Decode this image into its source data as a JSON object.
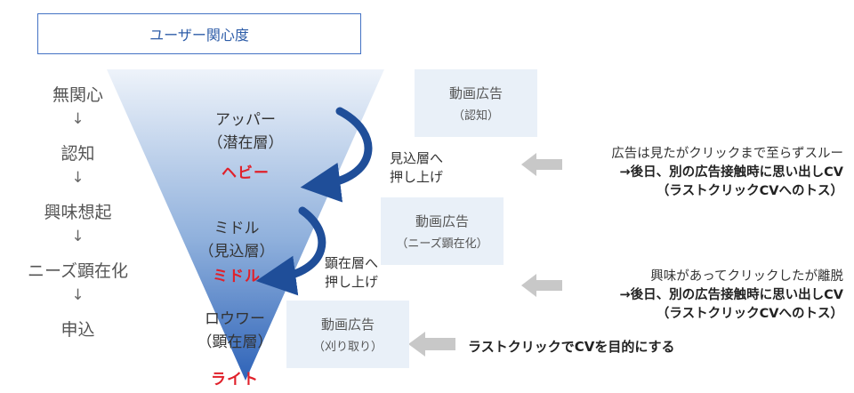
{
  "header": {
    "title": "ユーザー関心度"
  },
  "stages": {
    "s1": "無関心",
    "s2": "認知",
    "s3": "興味想起",
    "s4": "ニーズ顕在化",
    "s5": "申込",
    "arrow": "↓"
  },
  "layers": {
    "upper": {
      "line1": "アッパー",
      "line2": "（潜在層）",
      "tag": "ヘビー"
    },
    "middle": {
      "line1": "ミドル",
      "line2": "（見込層）",
      "tag": "ミドル"
    },
    "lower": {
      "line1": "ロウワー",
      "line2": "（顕在層）",
      "tag": "ライト"
    }
  },
  "ads": {
    "awareness": {
      "title": "動画広告",
      "sub": "（認知）"
    },
    "needs": {
      "title": "動画広告",
      "sub": "（ニーズ顕在化）"
    },
    "harvest": {
      "title": "動画広告",
      "sub": "（刈り取り）"
    }
  },
  "push": {
    "upper": {
      "line1": "見込層へ",
      "line2": "押し上げ"
    },
    "middle": {
      "line1": "顕在層へ",
      "line2": "押し上げ"
    }
  },
  "notes": {
    "n1": {
      "line1": "広告は見たがクリックまで至らずスルー",
      "line2": "→後日、別の広告接触時に思い出しCV",
      "line3": "（ラストクリックCVへのトス）"
    },
    "n2": {
      "line1": "興味があってクリックしたが離脱",
      "line2": "→後日、別の広告接触時に思い出しCV",
      "line3": "（ラストクリックCVへのトス）"
    },
    "n3": "ラストクリックでCVを目的にする"
  },
  "colors": {
    "funnel_top": "#eef3fa",
    "funnel_bottom": "#2e63b8",
    "curve_arrow": "#1f4e99",
    "tag_red": "#e0202a",
    "ad_box": "#e9f0f8",
    "gray_arrow": "#c8c8c8"
  }
}
